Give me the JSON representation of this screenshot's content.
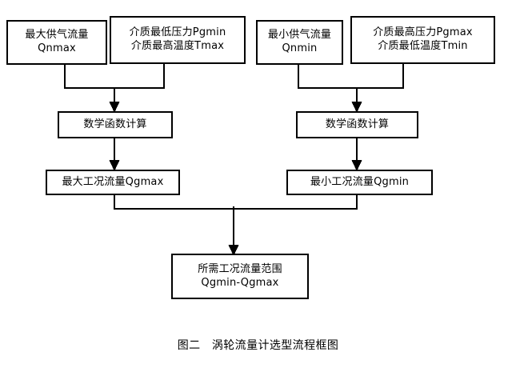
{
  "diagram": {
    "title_caption": "图二　涡轮流量计选型流程框图",
    "stroke_color": "#000000",
    "background_color": "#ffffff",
    "nodes": {
      "qnmax": {
        "line1": "最大供气流量",
        "line2": "Qnmax"
      },
      "pgmin": {
        "line1": "介质最低压力Pgmin",
        "line2": "介质最高温度Tmax"
      },
      "qnmin": {
        "line1": "最小供气流量",
        "line2": "Qnmin"
      },
      "pgmax": {
        "line1": "介质最高压力Pgmax",
        "line2": "介质最低温度Tmin"
      },
      "math_left": {
        "line1": "数学函数计算"
      },
      "math_right": {
        "line1": "数学函数计算"
      },
      "qgmax": {
        "line1": "最大工况流量Qgmax"
      },
      "qgmin": {
        "line1": "最小工况流量Qgmin"
      },
      "result": {
        "line1": "所需工况流量范围",
        "line2": "Qgmin-Qgmax"
      }
    }
  }
}
